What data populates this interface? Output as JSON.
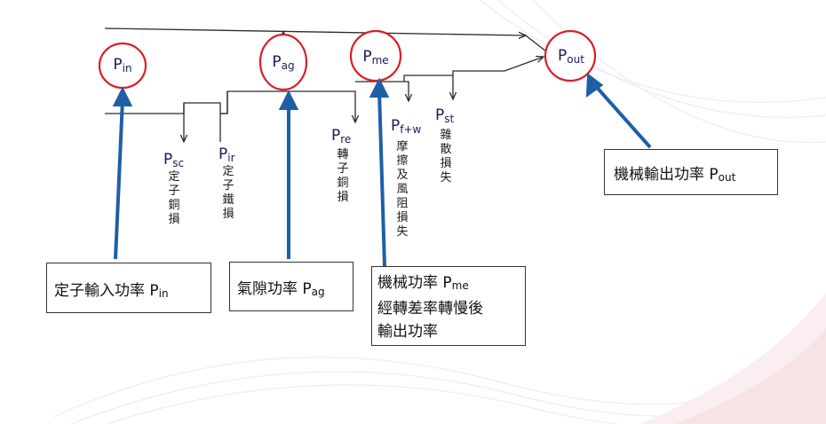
{
  "colors": {
    "circle": "#d81f26",
    "arrow_blue": "#1f5fa5",
    "line": "#2b2b2b"
  },
  "nodes": {
    "pin": {
      "sym": "P",
      "sub": "in"
    },
    "pag": {
      "sym": "P",
      "sub": "ag"
    },
    "pme": {
      "sym": "P",
      "sub": "me"
    },
    "pout": {
      "sym": "P",
      "sub": "out"
    }
  },
  "losses": {
    "psc": {
      "sym": "P",
      "sub": "sc",
      "label": "定子銅損"
    },
    "pir": {
      "sym": "P",
      "sub": "ir",
      "label": "定子鐵損"
    },
    "pre": {
      "sym": "P",
      "sub": "re",
      "label": "轉子銅損"
    },
    "pfw": {
      "sym": "P",
      "sub": "f+w",
      "label": "摩擦及風阻損失"
    },
    "pst": {
      "sym": "P",
      "sub": "st",
      "label": "雜散損失"
    }
  },
  "boxes": {
    "input": {
      "text": "定子輸入功率 P",
      "sub": "in"
    },
    "airgap": {
      "text": "氣隙功率 P",
      "sub": "ag"
    },
    "mech": {
      "line1": "機械功率 P",
      "sub": "me",
      "line2": "經轉差率轉慢後",
      "line3": "輸出功率"
    },
    "output": {
      "text": "機械輸出功率 P",
      "sub": "out"
    }
  }
}
